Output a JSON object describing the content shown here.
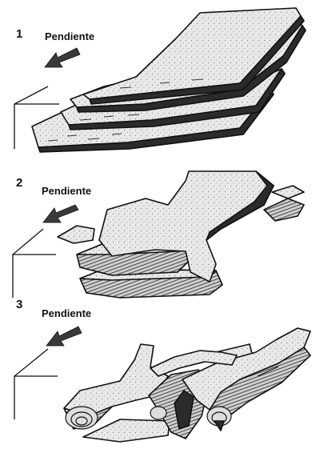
{
  "panels": [
    {
      "number": "1",
      "slope_label": "Pendiente"
    },
    {
      "number": "2",
      "slope_label": "Pendiente"
    },
    {
      "number": "3",
      "slope_label": "Pendiente"
    }
  ],
  "colors": {
    "slab_fill": "#e6e6e6",
    "dark_edge": "#2b2b2b",
    "stroke": "#111111"
  }
}
